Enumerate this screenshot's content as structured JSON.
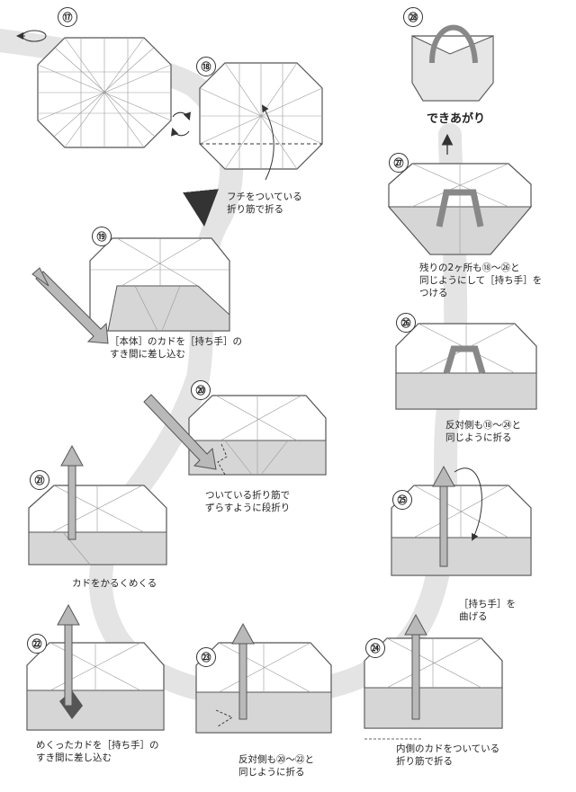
{
  "steps": [
    {
      "id": "17",
      "label": "⑰"
    },
    {
      "id": "18",
      "label": "⑱",
      "caption": "フチをついている\n折り筋で折る"
    },
    {
      "id": "19",
      "label": "⑲",
      "caption": "［本体］のカドを［持ち手］の\nすき間に差し込む"
    },
    {
      "id": "20",
      "label": "⑳",
      "caption": "ついている折り筋で\nずらすように段折り"
    },
    {
      "id": "21",
      "label": "㉑",
      "caption": "カドをかるくめくる"
    },
    {
      "id": "22",
      "label": "㉒",
      "caption": "めくったカドを［持ち手］の\nすき間に差し込む"
    },
    {
      "id": "23",
      "label": "㉓",
      "caption": "反対側も⑳〜㉒と\n同じように折る"
    },
    {
      "id": "24",
      "label": "㉔",
      "caption": "内側のカドをついている\n折り筋で折る"
    },
    {
      "id": "25",
      "label": "㉕",
      "caption": "［持ち手］を\n曲げる"
    },
    {
      "id": "26",
      "label": "㉖",
      "caption": "反対側も⑱〜㉔と\n同じように折る"
    },
    {
      "id": "27",
      "label": "㉗",
      "caption": "残りの2ヶ所も⑱〜㉖と\n同じようにして［持ち手］を\nつける"
    },
    {
      "id": "28",
      "label": "㉘"
    }
  ],
  "finished_label": "できあがり",
  "colors": {
    "path_band": "#e4e4e4",
    "paper": "#ffffff",
    "shade": "#d6d6d6",
    "line": "#555555",
    "arrow_fill": "#b9b9b9"
  }
}
